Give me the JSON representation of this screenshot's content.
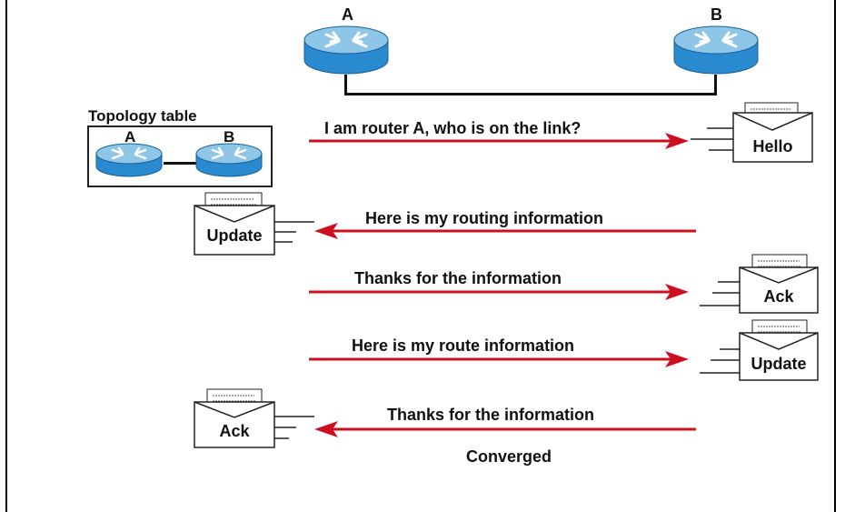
{
  "routers": {
    "a_label": "A",
    "b_label": "B"
  },
  "topology": {
    "title": "Topology table",
    "a_label": "A",
    "b_label": "B"
  },
  "messages": [
    "I am router A, who is on the link?",
    "Here is my routing information",
    "Thanks for the information",
    "Here is my route information",
    "Thanks for the information"
  ],
  "packets": [
    "Hello",
    "Update",
    "Ack",
    "Update",
    "Ack"
  ],
  "status": "Converged",
  "colors": {
    "arrow": "#cc1020",
    "router_top": "#8ec6e8",
    "router_body": "#2a8ad0"
  }
}
